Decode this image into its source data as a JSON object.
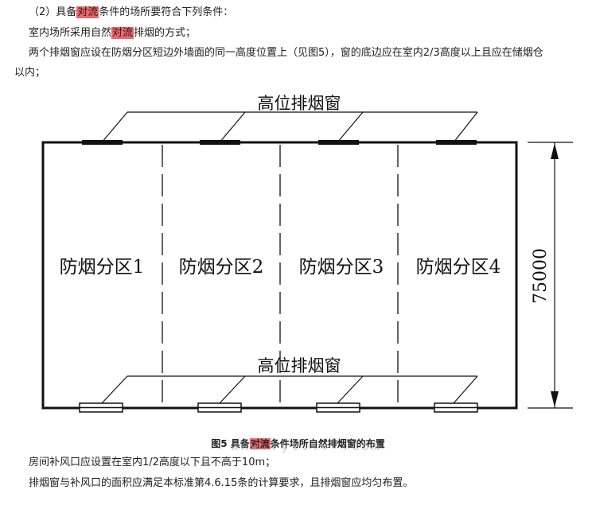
{
  "text": {
    "p1_pre": "（2）具备",
    "p1_hl": "对流",
    "p1_post": "条件的场所要符合下列条件：",
    "p2_pre": "室内场所采用自然",
    "p2_hl": "对流",
    "p2_post": "排烟的方式；",
    "p3_line1": "两个排烟窗应设在防烟分区短边外墙面的同一高度位置上（见图5），窗的底边应在室内2/3高度以上且应在储烟仓",
    "p3_line2": "以内；",
    "caption_pre": "图5 具备",
    "caption_hl": "对流",
    "caption_post": "条件场所自然排烟窗的布置",
    "watermark": "www.ryt... .com",
    "p4": "房间补风口应设置在室内1/2高度以下且不高于10m；",
    "p5": "排烟窗与补风口的面积应满足本标准第4.6.15条的计算要求，且排烟窗应均匀布置。"
  },
  "figure": {
    "top_label": "高位排烟窗",
    "bottom_label": "高位排烟窗",
    "zones": [
      "防烟分区1",
      "防烟分区2",
      "防烟分区3",
      "防烟分区4"
    ],
    "dimension": "75000"
  }
}
